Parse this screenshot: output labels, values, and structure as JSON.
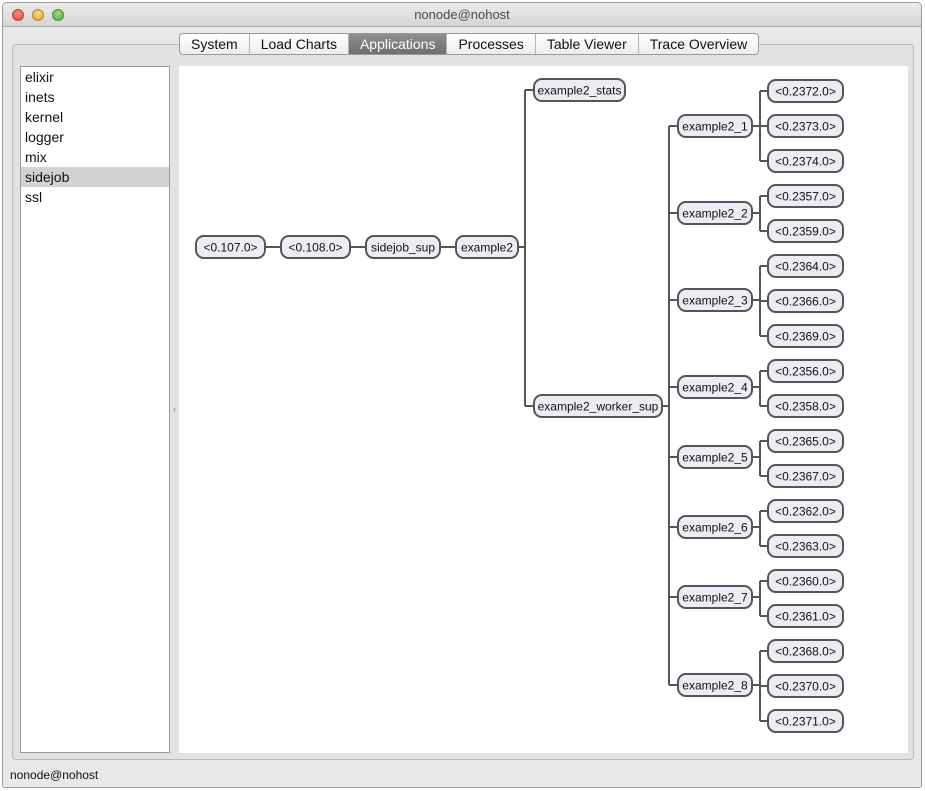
{
  "window": {
    "title": "nonode@nohost"
  },
  "tabs": [
    {
      "label": "System",
      "active": false
    },
    {
      "label": "Load Charts",
      "active": false
    },
    {
      "label": "Applications",
      "active": true
    },
    {
      "label": "Processes",
      "active": false
    },
    {
      "label": "Table Viewer",
      "active": false
    },
    {
      "label": "Trace Overview",
      "active": false
    }
  ],
  "applications": [
    {
      "label": "elixir",
      "selected": false
    },
    {
      "label": "inets",
      "selected": false
    },
    {
      "label": "kernel",
      "selected": false
    },
    {
      "label": "logger",
      "selected": false
    },
    {
      "label": "mix",
      "selected": false
    },
    {
      "label": "sidejob",
      "selected": true
    },
    {
      "label": "ssl",
      "selected": false
    }
  ],
  "splitter": {
    "glyph": "‹"
  },
  "tree": {
    "chain": [
      "<0.107.0>",
      "<0.108.0>",
      "sidejob_sup",
      "example2"
    ],
    "example2_children": [
      "example2_stats",
      "example2_worker_sup"
    ],
    "workers": [
      {
        "name": "example2_1",
        "children": [
          "<0.2372.0>",
          "<0.2373.0>",
          "<0.2374.0>"
        ]
      },
      {
        "name": "example2_2",
        "children": [
          "<0.2357.0>",
          "<0.2359.0>"
        ]
      },
      {
        "name": "example2_3",
        "children": [
          "<0.2364.0>",
          "<0.2366.0>",
          "<0.2369.0>"
        ]
      },
      {
        "name": "example2_4",
        "children": [
          "<0.2356.0>",
          "<0.2358.0>"
        ]
      },
      {
        "name": "example2_5",
        "children": [
          "<0.2365.0>",
          "<0.2367.0>"
        ]
      },
      {
        "name": "example2_6",
        "children": [
          "<0.2362.0>",
          "<0.2363.0>"
        ]
      },
      {
        "name": "example2_7",
        "children": [
          "<0.2360.0>",
          "<0.2361.0>"
        ]
      },
      {
        "name": "example2_8",
        "children": [
          "<0.2368.0>",
          "<0.2370.0>",
          "<0.2371.0>"
        ]
      }
    ]
  },
  "statusbar": {
    "text": "nonode@nohost"
  },
  "colors": {
    "node_fill": "#ececf4",
    "node_border": "#555555",
    "edge": "#555555",
    "active_tab": "#7f7f7f"
  }
}
